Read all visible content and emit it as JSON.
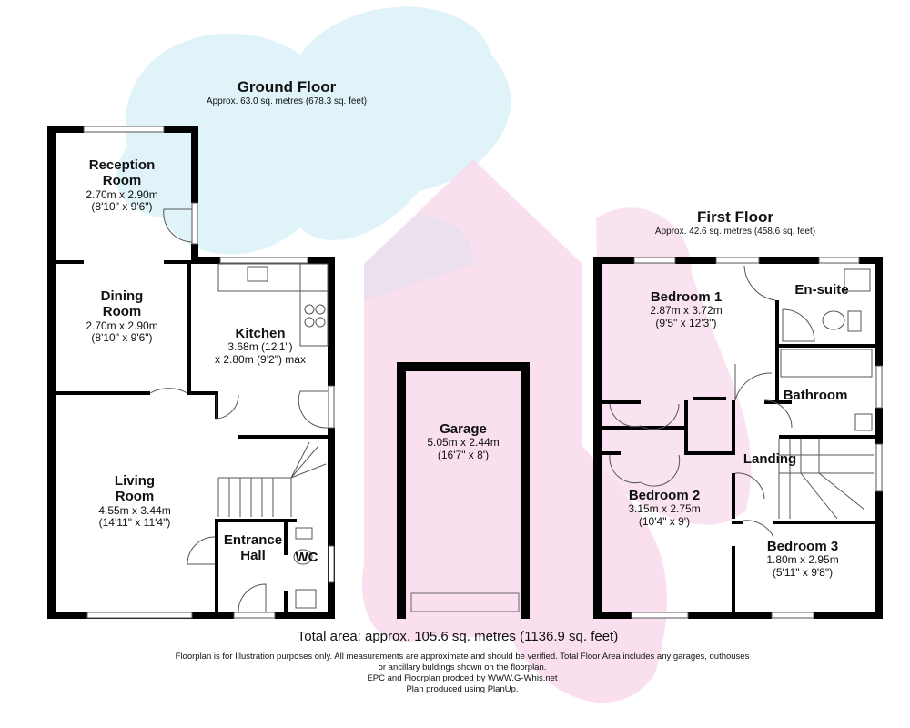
{
  "ground_floor": {
    "title": "Ground Floor",
    "area": "Approx. 63.0 sq. metres (678.3 sq. feet)",
    "rooms": [
      {
        "name": "Reception Room",
        "dim1": "2.70m x 2.90m",
        "dim2": "(8'10\" x 9'6\")"
      },
      {
        "name": "Dining Room",
        "dim1": "2.70m x 2.90m",
        "dim2": "(8'10\" x 9'6\")"
      },
      {
        "name": "Kitchen",
        "dim1": "3.68m (12'1\")",
        "dim2": "x 2.80m (9'2\") max"
      },
      {
        "name": "Living Room",
        "dim1": "4.55m x 3.44m",
        "dim2": "(14'11\" x 11'4\")"
      },
      {
        "name": "Entrance Hall"
      },
      {
        "name": "WC"
      }
    ]
  },
  "garage": {
    "name": "Garage",
    "dim1": "5.05m x 2.44m",
    "dim2": "(16'7\" x 8')"
  },
  "first_floor": {
    "title": "First Floor",
    "area": "Approx. 42.6 sq. metres (458.6 sq. feet)",
    "rooms": [
      {
        "name": "Bedroom 1",
        "dim1": "2.87m x 3.72m",
        "dim2": "(9'5\" x 12'3\")"
      },
      {
        "name": "En-suite"
      },
      {
        "name": "Bathroom"
      },
      {
        "name": "Landing"
      },
      {
        "name": "Bedroom 2",
        "dim1": "3.15m x 2.75m",
        "dim2": "(10'4\" x 9')"
      },
      {
        "name": "Bedroom 3",
        "dim1": "1.80m x 2.95m",
        "dim2": "(5'11\" x 9'8\")"
      }
    ]
  },
  "footer": {
    "total": "Total area: approx. 105.6 sq. metres (1136.9 sq. feet)",
    "line1": "Floorplan is for Illustration purposes only. All measurements are approximate and should be verified. Total Floor Area includes any garages, outhouses",
    "line2": "or ancillary buldings shown on the floorplan.",
    "line3": "EPC and Floorplan prodced by WWW.G-Whis.net",
    "line4": "Plan produced using PlanUp."
  },
  "colors": {
    "wall": "#000000",
    "blue_logo": "#dff3f8",
    "pink_logo": "#f9dcec"
  }
}
